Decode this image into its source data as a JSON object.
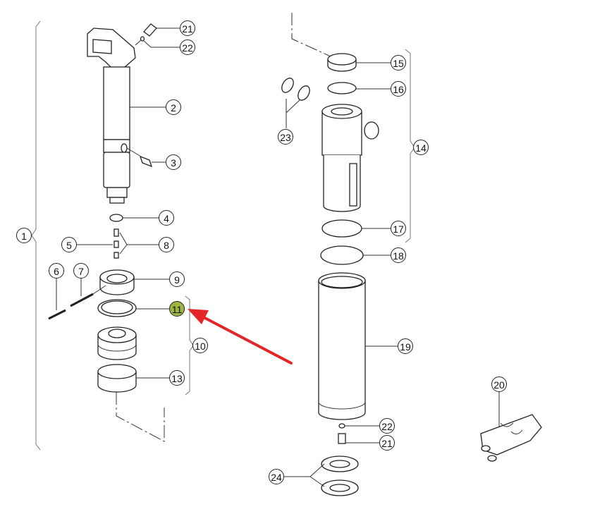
{
  "diagram": {
    "callouts": [
      {
        "id": "21-top",
        "label": "21"
      },
      {
        "id": "22-top",
        "label": "22"
      },
      {
        "id": "2",
        "label": "2"
      },
      {
        "id": "3",
        "label": "3"
      },
      {
        "id": "4",
        "label": "4"
      },
      {
        "id": "1",
        "label": "1"
      },
      {
        "id": "5",
        "label": "5"
      },
      {
        "id": "8",
        "label": "8"
      },
      {
        "id": "6",
        "label": "6"
      },
      {
        "id": "7",
        "label": "7"
      },
      {
        "id": "9",
        "label": "9"
      },
      {
        "id": "11",
        "label": "11",
        "highlighted": true
      },
      {
        "id": "10",
        "label": "10"
      },
      {
        "id": "13",
        "label": "13"
      },
      {
        "id": "15",
        "label": "15"
      },
      {
        "id": "16",
        "label": "16"
      },
      {
        "id": "23",
        "label": "23"
      },
      {
        "id": "14",
        "label": "14"
      },
      {
        "id": "17",
        "label": "17"
      },
      {
        "id": "18",
        "label": "18"
      },
      {
        "id": "19",
        "label": "19"
      },
      {
        "id": "20",
        "label": "20"
      },
      {
        "id": "22-bottom",
        "label": "22"
      },
      {
        "id": "21-bottom",
        "label": "21"
      },
      {
        "id": "24",
        "label": "24"
      }
    ],
    "colors": {
      "highlight": "#9bb640",
      "arrow": "#e3262a",
      "line": "#222222"
    }
  }
}
